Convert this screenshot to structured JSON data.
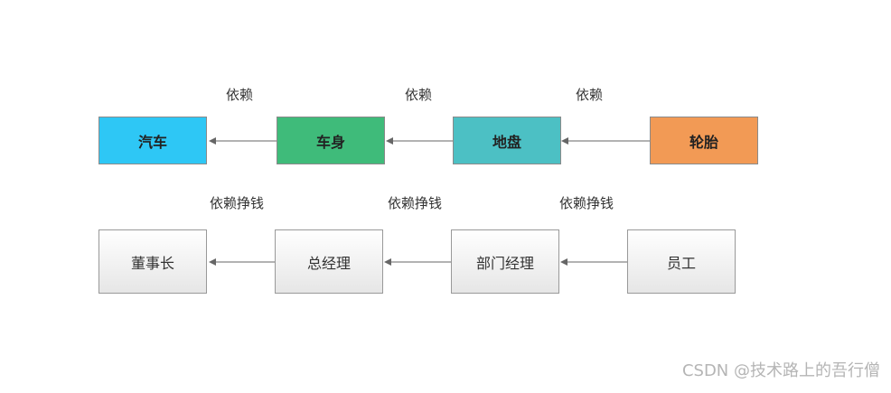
{
  "row1": {
    "nodes": [
      {
        "label": "汽车",
        "color": "#2ec7f5"
      },
      {
        "label": "车身",
        "color": "#3fbb7a"
      },
      {
        "label": "地盘",
        "color": "#4cc0c4"
      },
      {
        "label": "轮胎",
        "color": "#f29a55"
      }
    ],
    "edge_labels": [
      "依赖",
      "依赖",
      "依赖"
    ]
  },
  "row2": {
    "nodes": [
      {
        "label": "董事长"
      },
      {
        "label": "总经理"
      },
      {
        "label": "部门经理"
      },
      {
        "label": "员工"
      }
    ],
    "edge_labels": [
      "依赖挣钱",
      "依赖挣钱",
      "依赖挣钱"
    ]
  },
  "watermark": "CSDN @技术路上的吾行僧",
  "colors": {
    "arrow": "#666666"
  }
}
